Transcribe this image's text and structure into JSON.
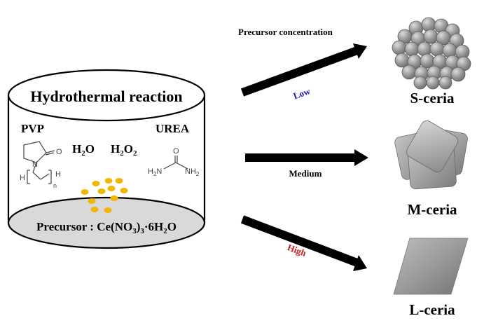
{
  "reactor": {
    "title": "Hydrothermal reaction",
    "reagents": {
      "pvp": "PVP",
      "water": {
        "base": "H",
        "sub": "2",
        "tail": "O"
      },
      "peroxide": {
        "h": "H",
        "sub1": "2",
        "o": "O",
        "sub2": "2"
      },
      "urea": "UREA"
    },
    "pvp_structure": {
      "o": "O",
      "n": "N",
      "h1": "H",
      "h2": "H",
      "n_sub": "n"
    },
    "urea_structure": {
      "o": "O",
      "left": "H",
      "left_sub": "2",
      "left_n": "N",
      "right": "NH",
      "right_sub": "2"
    },
    "precursor": {
      "prefix": "Precursor : Ce(NO",
      "sub1": "3",
      "mid": ")",
      "sub2": "3",
      "dot": "·6H",
      "sub3": "2",
      "tail": "O"
    }
  },
  "arrows": {
    "header": "Precursor concentration",
    "low": "Low",
    "medium": "Medium",
    "high": "High"
  },
  "products": {
    "s": "S-ceria",
    "m": "M-ceria",
    "l": "L-ceria"
  },
  "colors": {
    "low_label": "#1a1aa6",
    "high_label": "#c81e1e",
    "precursor_dots": "#f2b705",
    "reactor_bottom": "#d9d9d9",
    "particle_gray": "#9a9a9a"
  }
}
